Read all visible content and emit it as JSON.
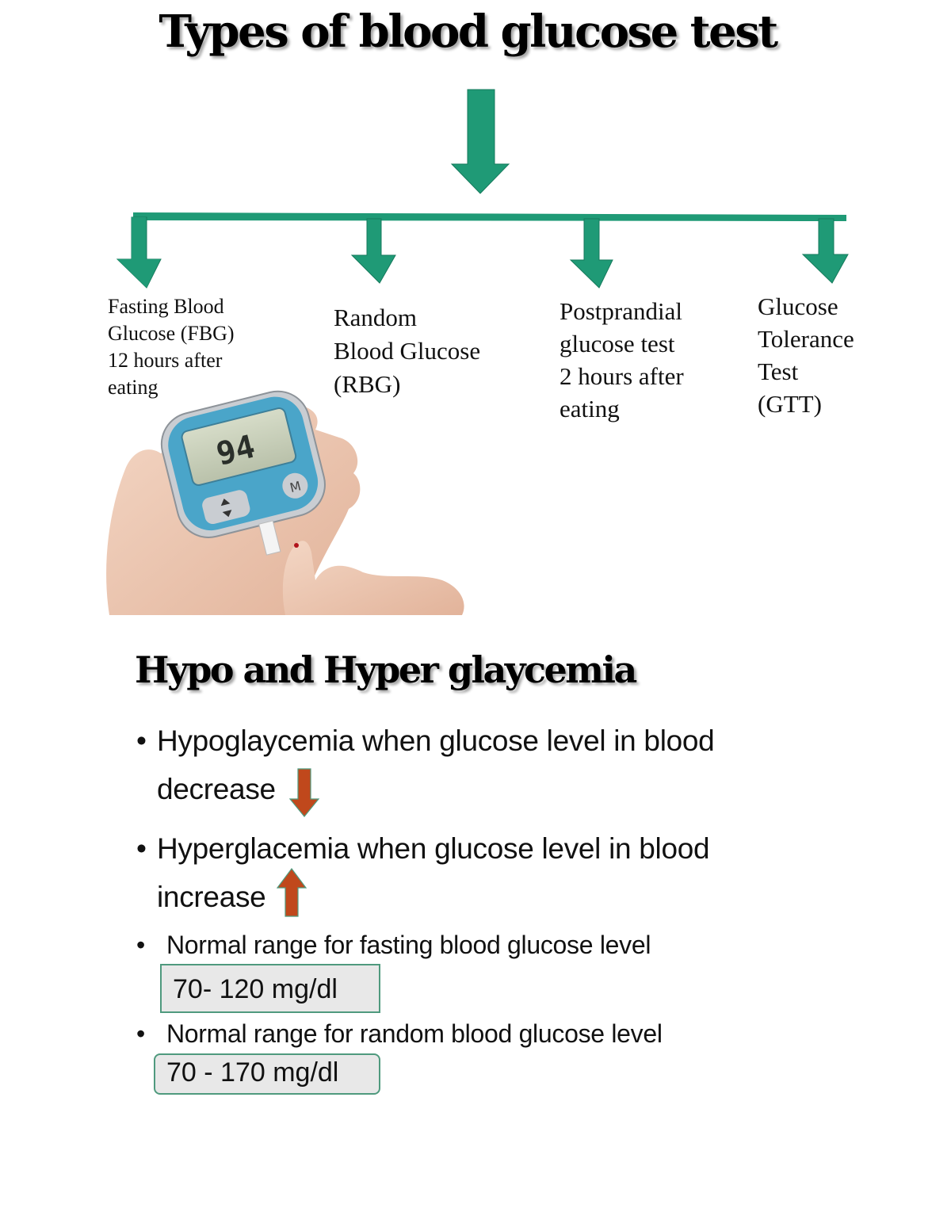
{
  "page": {
    "title": "Types of blood glucose test",
    "colors": {
      "arrow_green": "#1f9a76",
      "arrow_down_red": "#c0481c",
      "arrow_up_red": "#c0481c",
      "range_box_bg": "#e8e8e8",
      "range_box_border": "#4f9a7e"
    }
  },
  "diagram": {
    "root_arrow": "down-arrow",
    "branches": [
      {
        "id": "fbg",
        "lines": [
          "Fasting Blood",
          "Glucose (FBG)",
          "12 hours after",
          "eating"
        ]
      },
      {
        "id": "rbg",
        "lines": [
          "Random",
          "Blood Glucose",
          "(RBG)"
        ]
      },
      {
        "id": "ppg",
        "lines": [
          "Postprandial",
          "glucose test",
          "2 hours after",
          "eating"
        ]
      },
      {
        "id": "gtt",
        "lines": [
          "Glucose",
          "Tolerance",
          "Test",
          "(GTT)"
        ]
      }
    ]
  },
  "photo": {
    "description": "Hand holding a blue glucose meter testing a finger",
    "meter_reading": "94",
    "meter_button": "M"
  },
  "section2": {
    "title": "Hypo and Hyper glaycemia",
    "bullets": [
      {
        "line1": "Hypoglaycemia when glucose level in blood",
        "line2": "decrease",
        "icon": "down-arrow"
      },
      {
        "line1": "Hyperglacemia when glucose level in blood",
        "line2": "increase",
        "icon": "up-arrow"
      },
      {
        "line1": "Normal range for fasting blood glucose level",
        "range": "70- 120 mg/dl"
      },
      {
        "line1": "Normal range for random blood glucose level",
        "range": "70 - 170 mg/dl"
      }
    ]
  }
}
